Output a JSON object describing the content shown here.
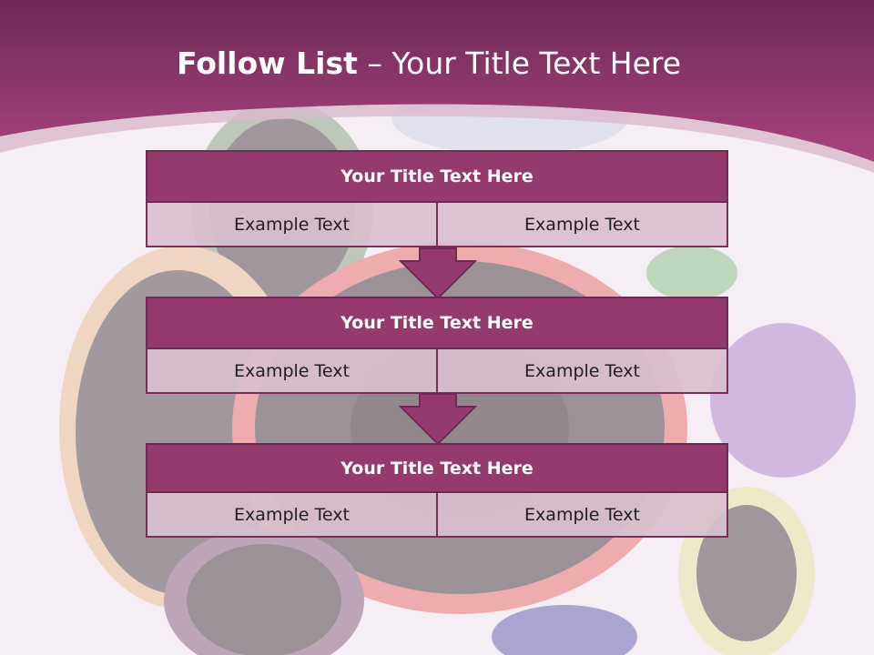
{
  "slide": {
    "title_bold": "Follow List",
    "title_rest": " – Your Title Text Here"
  },
  "blocks": [
    {
      "title": "Your Title Text Here",
      "cells": [
        "Example Text",
        "Example Text"
      ]
    },
    {
      "title": "Your Title Text Here",
      "cells": [
        "Example Text",
        "Example Text"
      ]
    },
    {
      "title": "Your Title Text Here",
      "cells": [
        "Example Text",
        "Example Text"
      ]
    }
  ],
  "colors": {
    "header_top": "#6e2a55",
    "header_bottom": "#a9437d",
    "block_title_bg": "#953a6d",
    "block_cell_bg": "#d8c0ce",
    "arrow": "#953a6d",
    "background": "#f6eef5"
  },
  "icons": [
    "down-arrow-icon"
  ]
}
